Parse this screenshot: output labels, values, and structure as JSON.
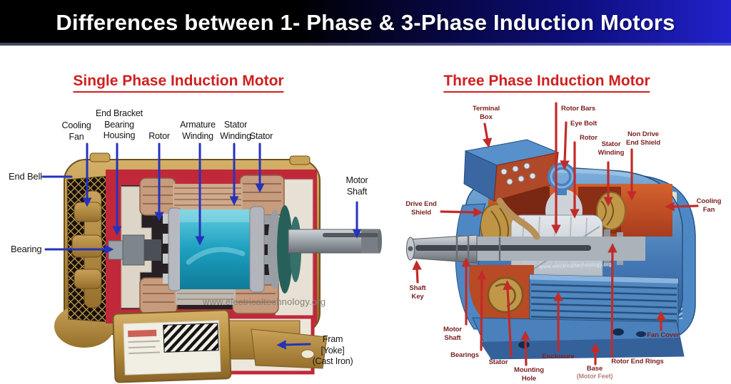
{
  "header": {
    "title": "Differences between 1- Phase & 3-Phase Induction Motors"
  },
  "single_phase": {
    "title": "Single Phase Induction Motor",
    "watermark": "www.electricaltechnology.org",
    "labels": {
      "cooling_fan": "Cooling\nFan",
      "end_bracket_bearing_housing": "End Bracket\nBearing\nHousing",
      "rotor": "Rotor",
      "armature_winding": "Armature\nWinding",
      "stator_winding": "Stator\nWinding",
      "stator": "Stator",
      "end_bell": "End Bell",
      "bearing": "Bearing",
      "motor_shaft": "Motor\nShaft",
      "frame_yoke": "Fram\n[Yoke]\n(Cast Iron)"
    }
  },
  "three_phase": {
    "title": "Three Phase Induction Motor",
    "watermark": "www.electricaltechnology.org",
    "labels": {
      "terminal_box": "Terminal\nBox",
      "rotor_bars": "Rotor Bars",
      "eye_bolt": "Eye Bolt",
      "rotor": "Rotor",
      "stator_winding": "Stator\nWinding",
      "non_drive_end_shield": "Non Drive\nEnd Shield",
      "drive_end_shield": "Drive End\nShield",
      "cooling_fan": "Cooling\nFan",
      "shaft_key": "Shaft\nKey",
      "motor_shaft": "Motor\nShaft",
      "bearings": "Bearings",
      "stator": "Stator",
      "mounting_hole": "Mounting\nHole",
      "enclosure": "Enclosure",
      "base": "Base",
      "base_sub": "(Motor Feet)",
      "rotor_end_rings": "Rotor End Rings",
      "fan_cover": "Fan Cover"
    }
  },
  "colors": {
    "title_red": "#d01f1f",
    "single_label_black": "#151515",
    "single_arrow_blue": "#2433bb",
    "three_label_maroon": "#7c2222",
    "three_arrow_red": "#c22b28",
    "header_gradient_right": "#2222cc"
  }
}
